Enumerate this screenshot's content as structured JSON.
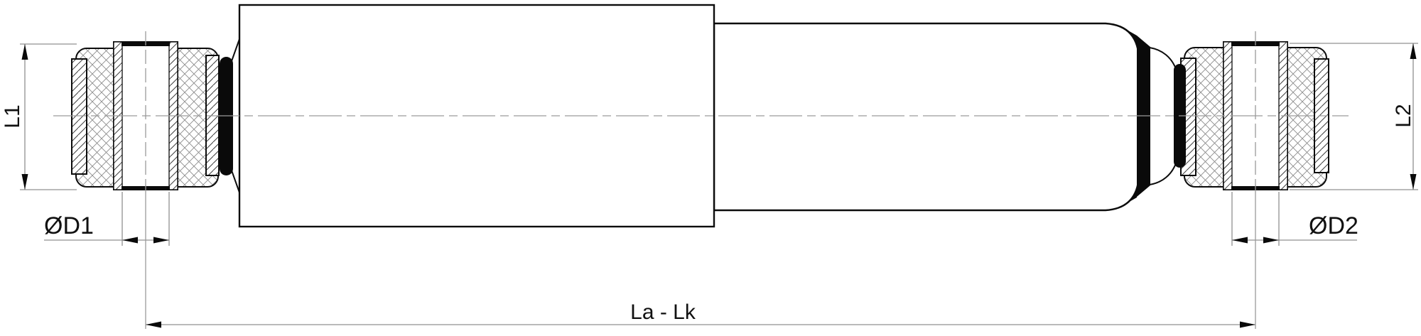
{
  "diagram": {
    "title": "Shock absorber cross-section technical drawing",
    "type": "technical-drawing",
    "labels": {
      "l1": "L1",
      "l2": "L2",
      "d1": "ØD1",
      "d2": "ØD2",
      "overall": "La - Lk"
    },
    "colors": {
      "outline": "#0c0c0c",
      "dimension_line": "#909090",
      "fill_dark": "#0a0a0a",
      "background": "#ffffff"
    }
  }
}
